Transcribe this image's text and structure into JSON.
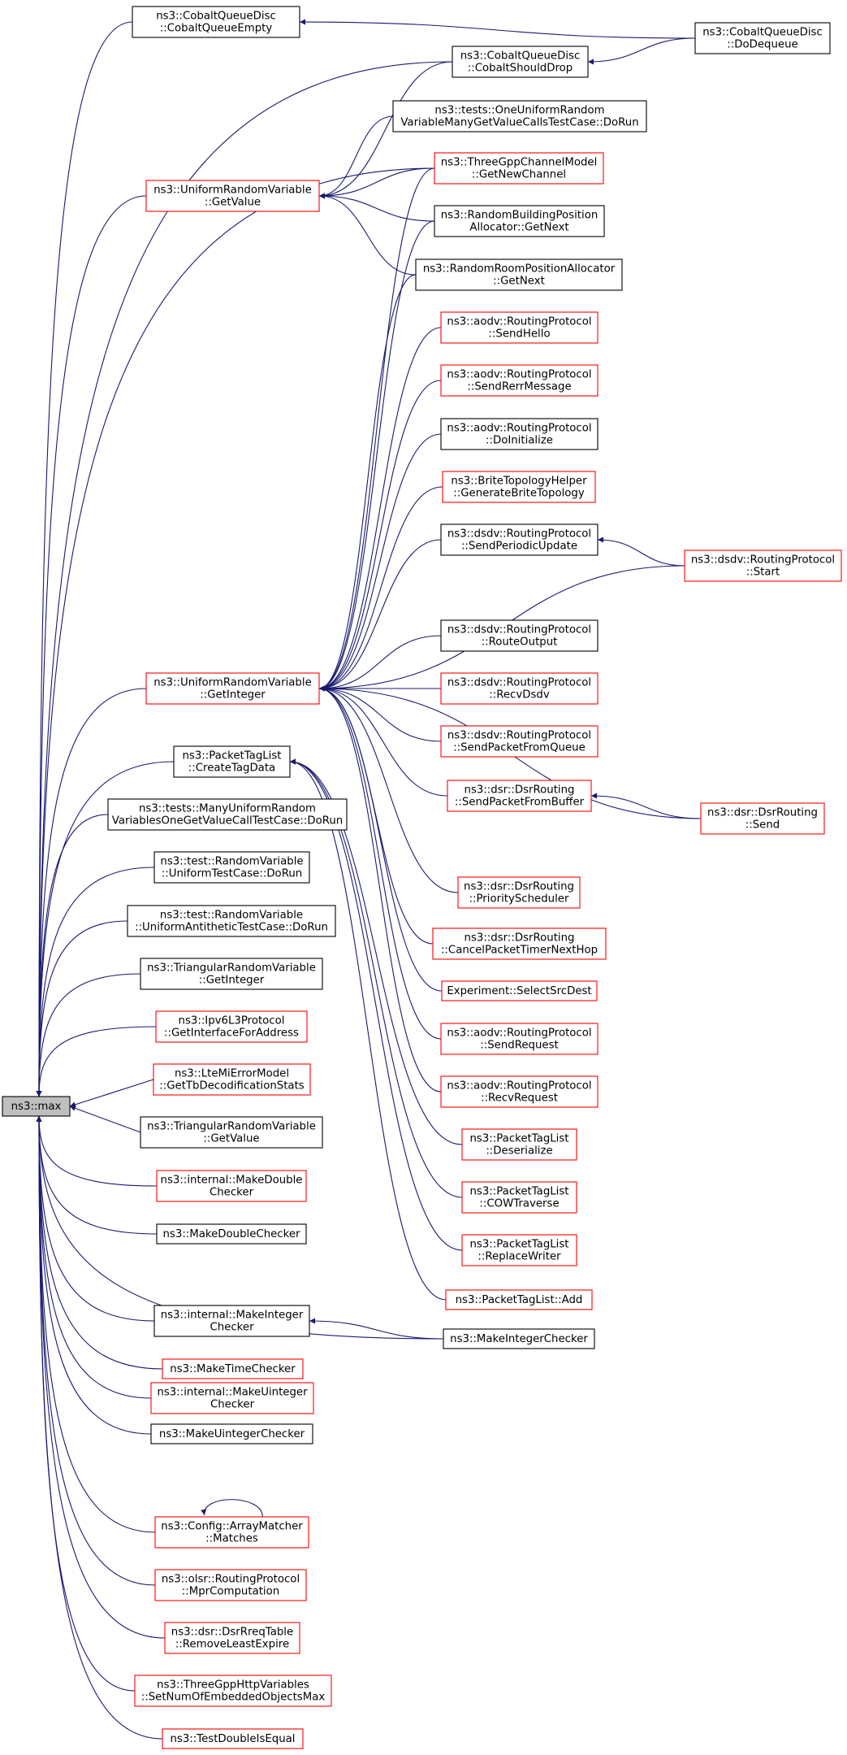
{
  "diagram": {
    "title": "",
    "edge_color": "#191970",
    "node_colors": {
      "root_fill": "#bfbfbf",
      "black_border": "#000000",
      "red_border": "#ff0000"
    },
    "nodes": [
      {
        "id": "max",
        "lines": [
          "ns3::max"
        ],
        "border": "root"
      },
      {
        "id": "cobalt_empty",
        "lines": [
          "ns3::CobaltQueueDisc",
          "::CobaltQueueEmpty"
        ],
        "border": "black"
      },
      {
        "id": "cobalt_dequeue",
        "lines": [
          "ns3::CobaltQueueDisc",
          "::DoDequeue"
        ],
        "border": "black"
      },
      {
        "id": "cobalt_drop",
        "lines": [
          "ns3::CobaltQueueDisc",
          "::CobaltShouldDrop"
        ],
        "border": "black"
      },
      {
        "id": "one_uniform",
        "lines": [
          "ns3::tests::OneUniformRandom",
          "VariableManyGetValueCallsTestCase::DoRun"
        ],
        "border": "black"
      },
      {
        "id": "urv_getvalue",
        "lines": [
          "ns3::UniformRandomVariable",
          "::GetValue"
        ],
        "border": "red"
      },
      {
        "id": "threegpp_channel",
        "lines": [
          "ns3::ThreeGppChannelModel",
          "::GetNewChannel"
        ],
        "border": "red"
      },
      {
        "id": "rand_building",
        "lines": [
          "ns3::RandomBuildingPosition",
          "Allocator::GetNext"
        ],
        "border": "black"
      },
      {
        "id": "rand_room",
        "lines": [
          "ns3::RandomRoomPositionAllocator",
          "::GetNext"
        ],
        "border": "black"
      },
      {
        "id": "aodv_hello",
        "lines": [
          "ns3::aodv::RoutingProtocol",
          "::SendHello"
        ],
        "border": "red"
      },
      {
        "id": "aodv_rerr",
        "lines": [
          "ns3::aodv::RoutingProtocol",
          "::SendRerrMessage"
        ],
        "border": "red"
      },
      {
        "id": "aodv_init",
        "lines": [
          "ns3::aodv::RoutingProtocol",
          "::DoInitialize"
        ],
        "border": "black"
      },
      {
        "id": "brite",
        "lines": [
          "ns3::BriteTopologyHelper",
          "::GenerateBriteTopology"
        ],
        "border": "red"
      },
      {
        "id": "dsdv_periodic",
        "lines": [
          "ns3::dsdv::RoutingProtocol",
          "::SendPeriodicUpdate"
        ],
        "border": "black"
      },
      {
        "id": "dsdv_start",
        "lines": [
          "ns3::dsdv::RoutingProtocol",
          "::Start"
        ],
        "border": "red"
      },
      {
        "id": "dsdv_routeoutput",
        "lines": [
          "ns3::dsdv::RoutingProtocol",
          "::RouteOutput"
        ],
        "border": "black"
      },
      {
        "id": "urv_getinteger",
        "lines": [
          "ns3::UniformRandomVariable",
          "::GetInteger"
        ],
        "border": "red"
      },
      {
        "id": "dsdv_recv",
        "lines": [
          "ns3::dsdv::RoutingProtocol",
          "::RecvDsdv"
        ],
        "border": "red"
      },
      {
        "id": "dsdv_sendqueue",
        "lines": [
          "ns3::dsdv::RoutingProtocol",
          "::SendPacketFromQueue"
        ],
        "border": "red"
      },
      {
        "id": "packettag_create",
        "lines": [
          "ns3::PacketTagList",
          "::CreateTagData"
        ],
        "border": "black"
      },
      {
        "id": "dsr_sendbuffer",
        "lines": [
          "ns3::dsr::DsrRouting",
          "::SendPacketFromBuffer"
        ],
        "border": "red"
      },
      {
        "id": "dsr_send",
        "lines": [
          "ns3::dsr::DsrRouting",
          "::Send"
        ],
        "border": "red"
      },
      {
        "id": "many_uniform",
        "lines": [
          "ns3::tests::ManyUniformRandom",
          "VariablesOneGetValueCallTestCase::DoRun"
        ],
        "border": "black"
      },
      {
        "id": "rv_uniform",
        "lines": [
          "ns3::test::RandomVariable",
          "::UniformTestCase::DoRun"
        ],
        "border": "black"
      },
      {
        "id": "dsr_priority",
        "lines": [
          "ns3::dsr::DsrRouting",
          "::PriorityScheduler"
        ],
        "border": "red"
      },
      {
        "id": "rv_antithetic",
        "lines": [
          "ns3::test::RandomVariable",
          "::UniformAntitheticTestCase::DoRun"
        ],
        "border": "black"
      },
      {
        "id": "dsr_cancel",
        "lines": [
          "ns3::dsr::DsrRouting",
          "::CancelPacketTimerNextHop"
        ],
        "border": "red"
      },
      {
        "id": "tri_getinteger",
        "lines": [
          "ns3::TriangularRandomVariable",
          "::GetInteger"
        ],
        "border": "black"
      },
      {
        "id": "experiment",
        "lines": [
          "Experiment::SelectSrcDest"
        ],
        "border": "red"
      },
      {
        "id": "ipv6",
        "lines": [
          "ns3::Ipv6L3Protocol",
          "::GetInterfaceForAddress"
        ],
        "border": "red"
      },
      {
        "id": "aodv_sendreq",
        "lines": [
          "ns3::aodv::RoutingProtocol",
          "::SendRequest"
        ],
        "border": "red"
      },
      {
        "id": "lte",
        "lines": [
          "ns3::LteMiErrorModel",
          "::GetTbDecodificationStats"
        ],
        "border": "red"
      },
      {
        "id": "aodv_recvreq",
        "lines": [
          "ns3::aodv::RoutingProtocol",
          "::RecvRequest"
        ],
        "border": "red"
      },
      {
        "id": "tri_getvalue",
        "lines": [
          "ns3::TriangularRandomVariable",
          "::GetValue"
        ],
        "border": "black"
      },
      {
        "id": "packettag_deser",
        "lines": [
          "ns3::PacketTagList",
          "::Deserialize"
        ],
        "border": "red"
      },
      {
        "id": "make_double_internal",
        "lines": [
          "ns3::internal::MakeDouble",
          "Checker"
        ],
        "border": "red"
      },
      {
        "id": "packettag_cow",
        "lines": [
          "ns3::PacketTagList",
          "::COWTraverse"
        ],
        "border": "red"
      },
      {
        "id": "make_double",
        "lines": [
          "ns3::MakeDoubleChecker"
        ],
        "border": "black"
      },
      {
        "id": "packettag_replace",
        "lines": [
          "ns3::PacketTagList",
          "::ReplaceWriter"
        ],
        "border": "red"
      },
      {
        "id": "packettag_add",
        "lines": [
          "ns3::PacketTagList::Add"
        ],
        "border": "red"
      },
      {
        "id": "make_integer_internal",
        "lines": [
          "ns3::internal::MakeInteger",
          "Checker"
        ],
        "border": "black"
      },
      {
        "id": "make_integer",
        "lines": [
          "ns3::MakeIntegerChecker"
        ],
        "border": "black"
      },
      {
        "id": "make_time",
        "lines": [
          "ns3::MakeTimeChecker"
        ],
        "border": "red"
      },
      {
        "id": "make_uinteger_internal",
        "lines": [
          "ns3::internal::MakeUinteger",
          "Checker"
        ],
        "border": "red"
      },
      {
        "id": "make_uinteger",
        "lines": [
          "ns3::MakeUintegerChecker"
        ],
        "border": "black"
      },
      {
        "id": "config_matches",
        "lines": [
          "ns3::Config::ArrayMatcher",
          "::Matches"
        ],
        "border": "red"
      },
      {
        "id": "olsr_mpr",
        "lines": [
          "ns3::olsr::RoutingProtocol",
          "::MprComputation"
        ],
        "border": "red"
      },
      {
        "id": "dsr_rreq",
        "lines": [
          "ns3::dsr::DsrRreqTable",
          "::RemoveLeastExpire"
        ],
        "border": "red"
      },
      {
        "id": "threegpp_http",
        "lines": [
          "ns3::ThreeGppHttpVariables",
          "::SetNumOfEmbeddedObjectsMax"
        ],
        "border": "red"
      },
      {
        "id": "test_double",
        "lines": [
          "ns3::TestDoubleIsEqual"
        ],
        "border": "red"
      }
    ],
    "edges": [
      {
        "from": "cobalt_empty",
        "to": "max"
      },
      {
        "from": "cobalt_drop",
        "to": "max"
      },
      {
        "from": "urv_getvalue",
        "to": "max"
      },
      {
        "from": "threegpp_channel",
        "to": "max"
      },
      {
        "from": "urv_getinteger",
        "to": "max"
      },
      {
        "from": "packettag_create",
        "to": "max"
      },
      {
        "from": "many_uniform",
        "to": "max"
      },
      {
        "from": "rv_uniform",
        "to": "max"
      },
      {
        "from": "rv_antithetic",
        "to": "max"
      },
      {
        "from": "tri_getinteger",
        "to": "max"
      },
      {
        "from": "ipv6",
        "to": "max"
      },
      {
        "from": "lte",
        "to": "max"
      },
      {
        "from": "tri_getvalue",
        "to": "max"
      },
      {
        "from": "make_double_internal",
        "to": "max"
      },
      {
        "from": "make_double",
        "to": "max"
      },
      {
        "from": "make_integer",
        "to": "max"
      },
      {
        "from": "make_integer_internal",
        "to": "max"
      },
      {
        "from": "make_time",
        "to": "max"
      },
      {
        "from": "make_uinteger_internal",
        "to": "max"
      },
      {
        "from": "make_uinteger",
        "to": "max"
      },
      {
        "from": "config_matches",
        "to": "max"
      },
      {
        "from": "olsr_mpr",
        "to": "max"
      },
      {
        "from": "dsr_rreq",
        "to": "max"
      },
      {
        "from": "threegpp_http",
        "to": "max"
      },
      {
        "from": "test_double",
        "to": "max"
      },
      {
        "from": "cobalt_dequeue",
        "to": "cobalt_empty"
      },
      {
        "from": "cobalt_dequeue",
        "to": "cobalt_drop"
      },
      {
        "from": "cobalt_drop",
        "to": "urv_getvalue"
      },
      {
        "from": "one_uniform",
        "to": "urv_getvalue"
      },
      {
        "from": "threegpp_channel",
        "to": "urv_getvalue"
      },
      {
        "from": "rand_building",
        "to": "urv_getvalue"
      },
      {
        "from": "rand_room",
        "to": "urv_getvalue"
      },
      {
        "from": "dsdv_start",
        "to": "dsdv_periodic"
      },
      {
        "from": "dsr_send",
        "to": "dsr_sendbuffer"
      },
      {
        "from": "threegpp_channel",
        "to": "urv_getinteger"
      },
      {
        "from": "rand_building",
        "to": "urv_getinteger"
      },
      {
        "from": "rand_room",
        "to": "urv_getinteger"
      },
      {
        "from": "aodv_hello",
        "to": "urv_getinteger"
      },
      {
        "from": "aodv_rerr",
        "to": "urv_getinteger"
      },
      {
        "from": "aodv_init",
        "to": "urv_getinteger"
      },
      {
        "from": "brite",
        "to": "urv_getinteger"
      },
      {
        "from": "dsdv_periodic",
        "to": "urv_getinteger"
      },
      {
        "from": "dsdv_start",
        "to": "urv_getinteger"
      },
      {
        "from": "dsdv_routeoutput",
        "to": "urv_getinteger"
      },
      {
        "from": "dsdv_recv",
        "to": "urv_getinteger"
      },
      {
        "from": "dsdv_sendqueue",
        "to": "urv_getinteger"
      },
      {
        "from": "dsr_sendbuffer",
        "to": "urv_getinteger"
      },
      {
        "from": "dsr_send",
        "to": "urv_getinteger"
      },
      {
        "from": "dsr_priority",
        "to": "urv_getinteger"
      },
      {
        "from": "dsr_cancel",
        "to": "urv_getinteger"
      },
      {
        "from": "experiment",
        "to": "urv_getinteger"
      },
      {
        "from": "aodv_sendreq",
        "to": "urv_getinteger"
      },
      {
        "from": "aodv_recvreq",
        "to": "urv_getinteger"
      },
      {
        "from": "packettag_deser",
        "to": "packettag_create"
      },
      {
        "from": "packettag_cow",
        "to": "packettag_create"
      },
      {
        "from": "packettag_replace",
        "to": "packettag_create"
      },
      {
        "from": "packettag_add",
        "to": "packettag_create"
      },
      {
        "from": "make_integer",
        "to": "make_integer_internal"
      },
      {
        "from": "config_matches",
        "to": "config_matches"
      }
    ]
  }
}
